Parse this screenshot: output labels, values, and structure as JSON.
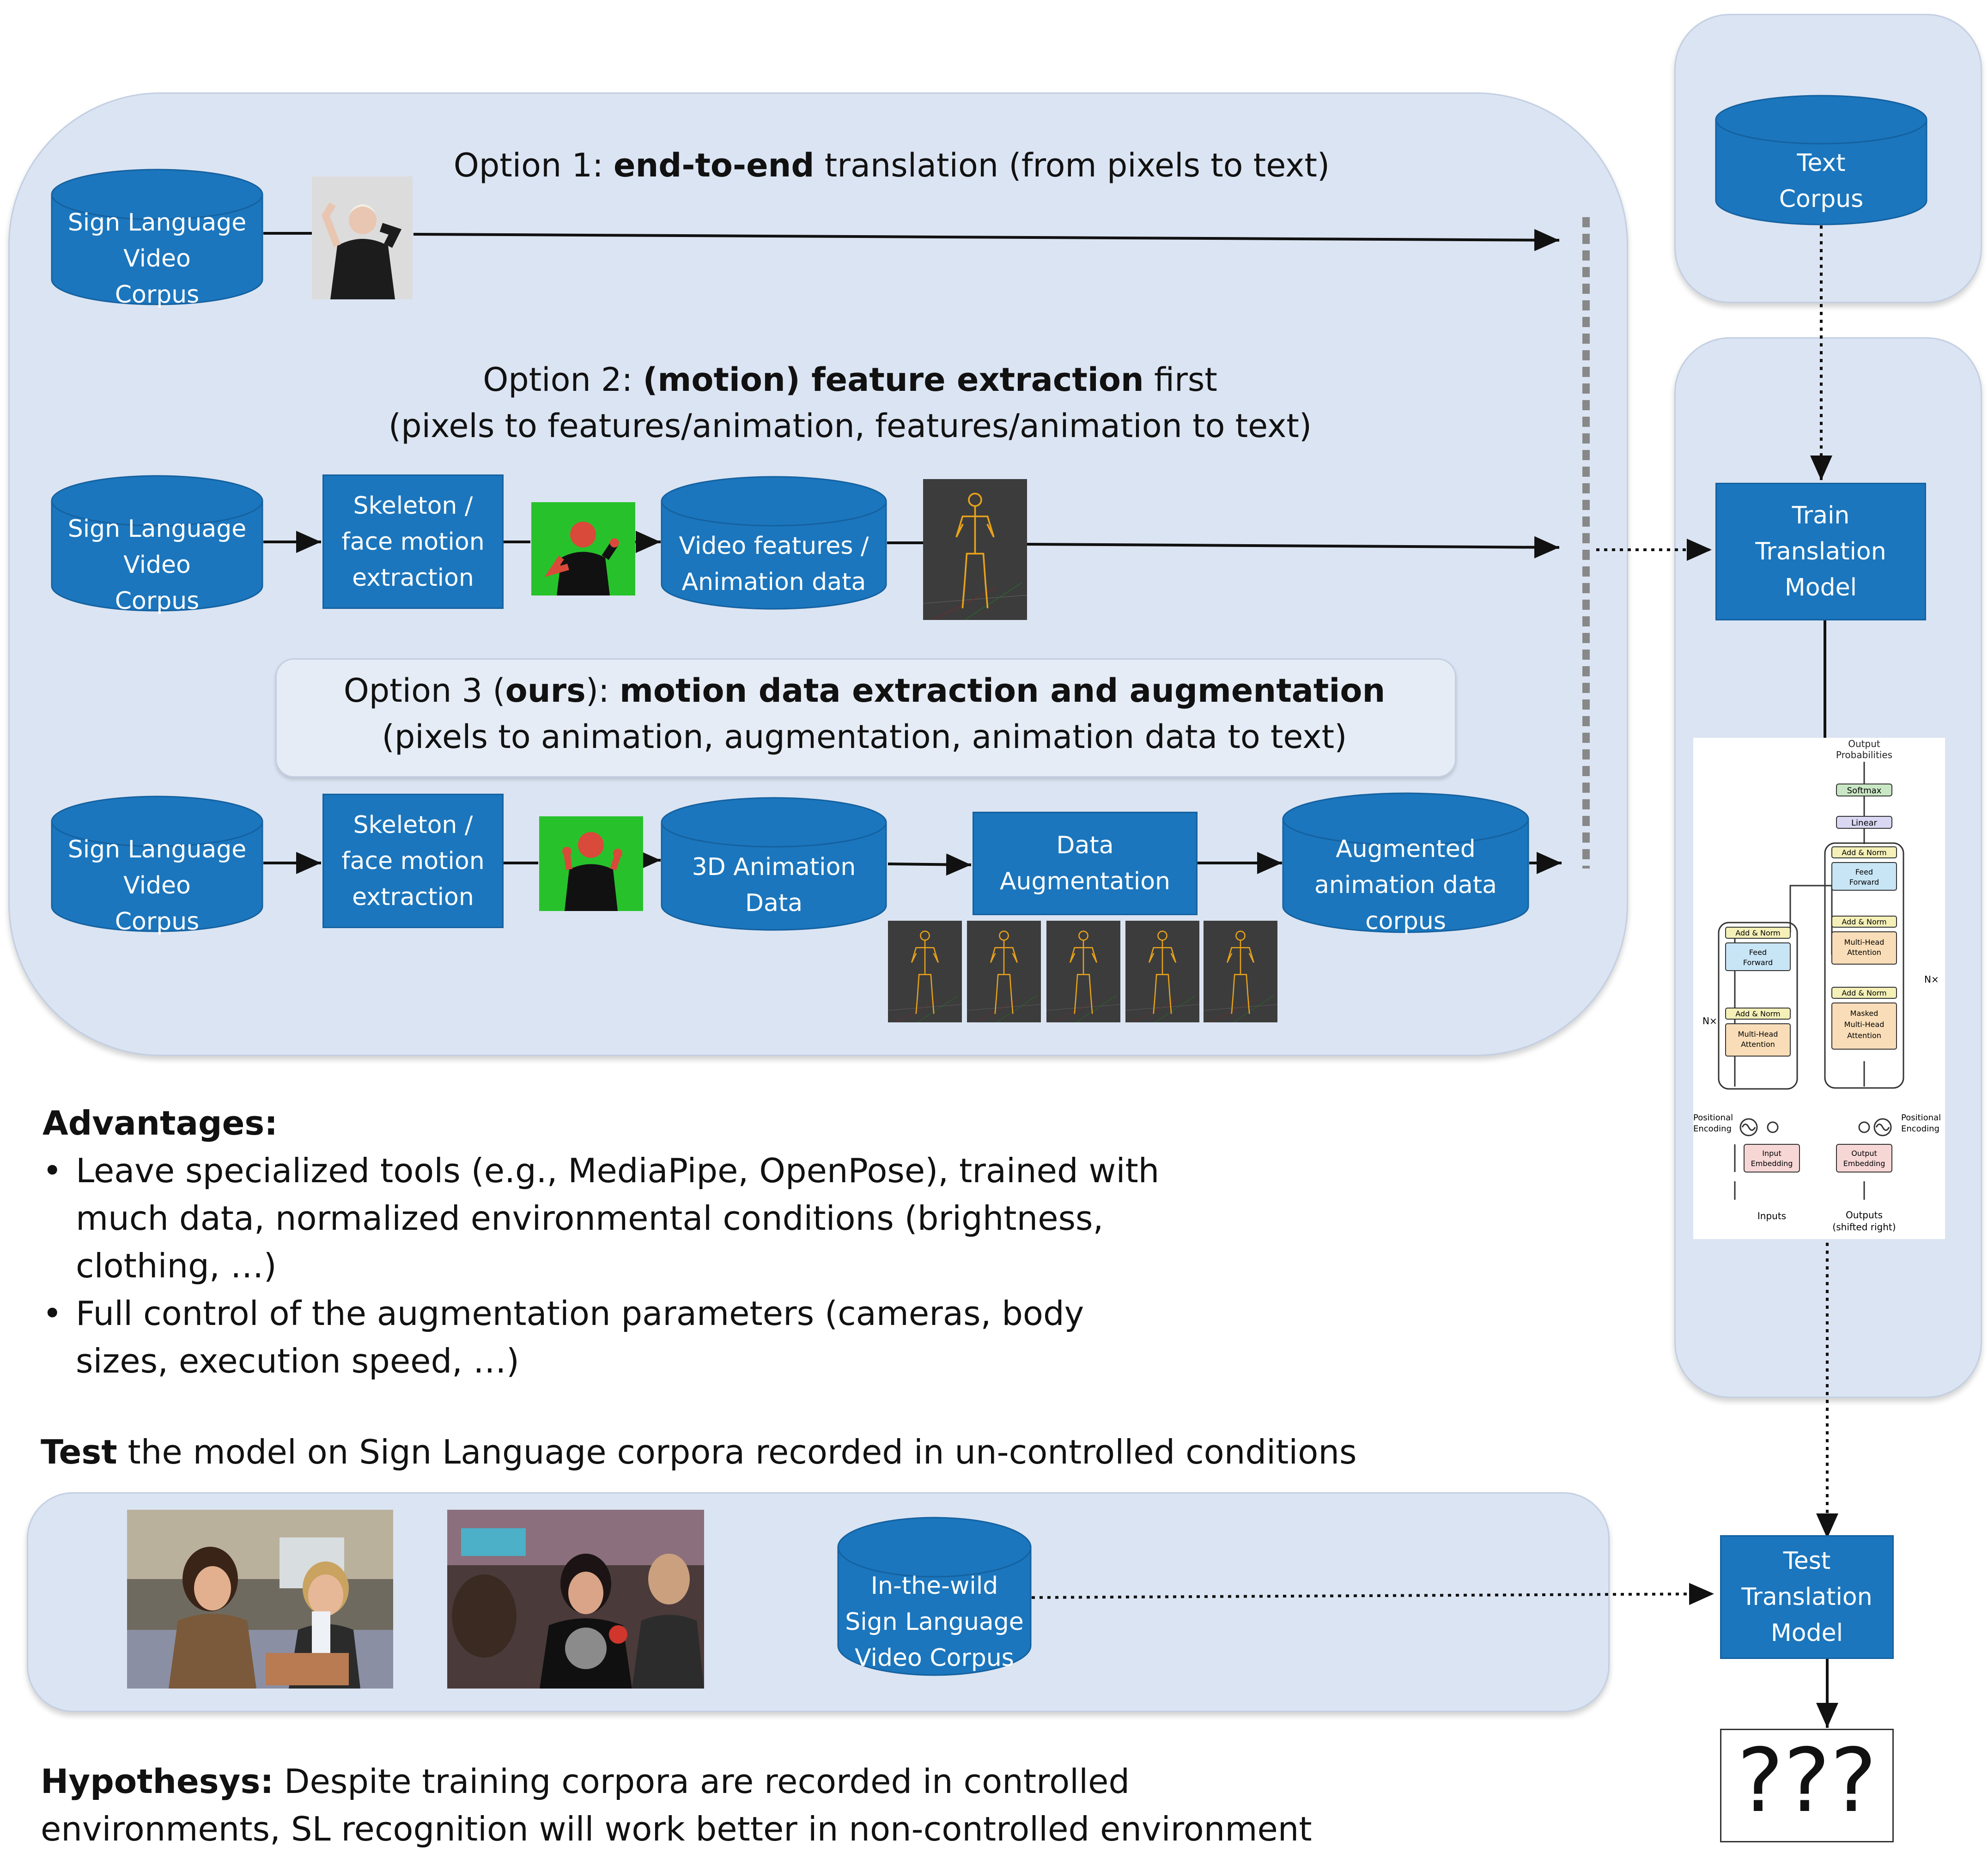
{
  "panels": {
    "options_title_1_pre": "Option 1: ",
    "options_title_1_bold": "end-to-end",
    "options_title_1_post": " translation (from pixels to text)",
    "option2_line1_pre": "Option 2: ",
    "option2_line1_bold": "(motion) feature extraction",
    "option2_line1_post": " first",
    "option2_line2": "(pixels to features/animation, features/animation to text)",
    "option3_line1_pre": "Option 3 (",
    "option3_line1_ours": "ours",
    "option3_line1_mid": "): ",
    "option3_line1_bold": "motion data extraction and augmentation",
    "option3_line2": "(pixels to animation, augmentation, animation data to text)"
  },
  "nodes": {
    "sl_corpus": "Sign Language\nVideo\nCorpus",
    "skeleton": "Skeleton /\nface motion\nextraction",
    "video_features": "Video features /\nAnimation data",
    "anim3d": "3D Animation\nData",
    "data_aug": "Data\nAugmentation",
    "aug_corpus": "Augmented\nanimation data\ncorpus",
    "text_corpus": "Text\nCorpus",
    "train_model": "Train\nTranslation\nModel",
    "test_model": "Test Translation\nModel",
    "wild_corpus": "In-the-wild\nSign Language\nVideo Corpus",
    "result": "???"
  },
  "transformer": {
    "output_probs": "Output\nProbabilities",
    "softmax": "Softmax",
    "linear": "Linear",
    "add_norm": "Add & Norm",
    "feed_forward": "Feed\nForward",
    "mha": "Multi-Head\nAttention",
    "masked_mha": "Masked\nMulti-Head\nAttention",
    "nx": "N×",
    "pos_enc": "Positional\nEncoding",
    "input_emb": "Input\nEmbedding",
    "output_emb": "Output\nEmbedding",
    "inputs": "Inputs",
    "outputs": "Outputs\n(shifted right)"
  },
  "advantages": {
    "heading": "Advantages:",
    "items": [
      "Leave specialized tools (e.g., MediaPipe, OpenPose), trained with much data, normalized environmental conditions (brightness, clothing, …)",
      "Full control of the augmentation parameters (cameras, body sizes, execution speed, …)"
    ]
  },
  "test_line": {
    "bold": "Test",
    "rest": " the model on Sign Language corpora recorded in un-controlled conditions"
  },
  "hypothesis": {
    "bold": "Hypothesys:",
    "rest": " Despite training corpora are recorded in controlled environments, SL recognition will work better in non-controlled environment"
  },
  "colors": {
    "panel": "#dbe4f2",
    "node": "#1b76bd",
    "skeleton": "#e8a21a",
    "green_screen": "#27c22b"
  },
  "icons": [
    "person-signing-photo",
    "green-screen-signer-photo",
    "skeleton-render",
    "crowd-photo"
  ]
}
